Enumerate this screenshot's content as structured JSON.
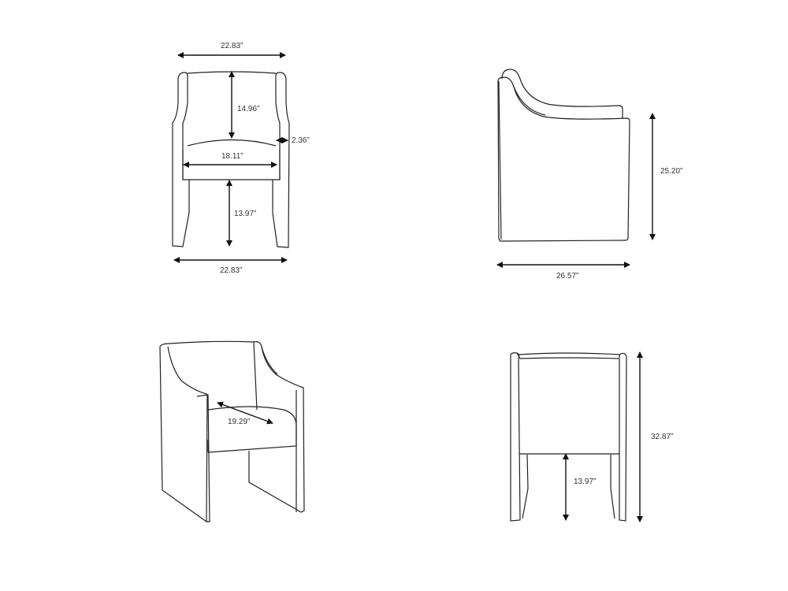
{
  "diagram": {
    "subject": "Upholstered dining armchair dimensions",
    "stroke_color": "#222222",
    "text_color": "#333333",
    "views": [
      {
        "id": "front",
        "dimensions": {
          "top_width": "22.83”",
          "back_height": "14.96”",
          "arm_width": "2.36”",
          "seat_width": "18.11”",
          "seat_height": "13.97”",
          "bottom_width": "22.83”"
        }
      },
      {
        "id": "side",
        "dimensions": {
          "arm_height": "25.20”",
          "depth": "26.57”"
        }
      },
      {
        "id": "perspective",
        "dimensions": {
          "seat_depth": "19.29”"
        }
      },
      {
        "id": "back",
        "dimensions": {
          "total_height": "32.87”",
          "seat_height": "13.97”"
        }
      }
    ]
  }
}
